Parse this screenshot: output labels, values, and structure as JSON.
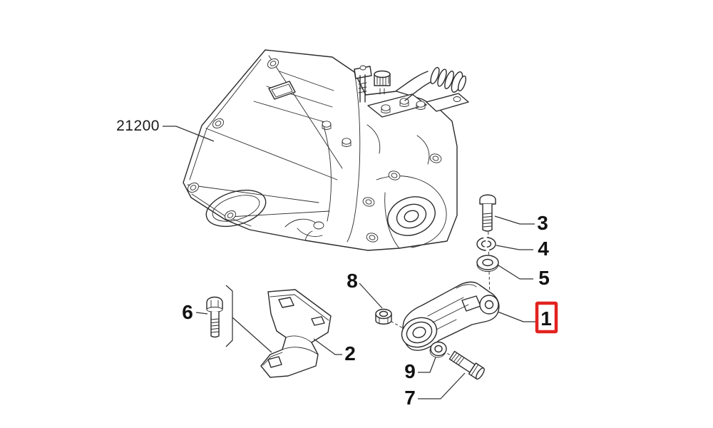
{
  "diagram": {
    "main_part_label": "21200",
    "callouts": [
      {
        "label": "1",
        "highlighted": true
      },
      {
        "label": "2",
        "highlighted": false
      },
      {
        "label": "3",
        "highlighted": false
      },
      {
        "label": "4",
        "highlighted": false
      },
      {
        "label": "5",
        "highlighted": false
      },
      {
        "label": "6",
        "highlighted": false
      },
      {
        "label": "7",
        "highlighted": false
      },
      {
        "label": "8",
        "highlighted": false
      },
      {
        "label": "9",
        "highlighted": false
      }
    ],
    "highlight": {
      "color": "#e3221f",
      "callout": "1"
    },
    "colors": {
      "background": "#ffffff",
      "line_art": "#2b2b2b",
      "text": "#121212"
    }
  }
}
